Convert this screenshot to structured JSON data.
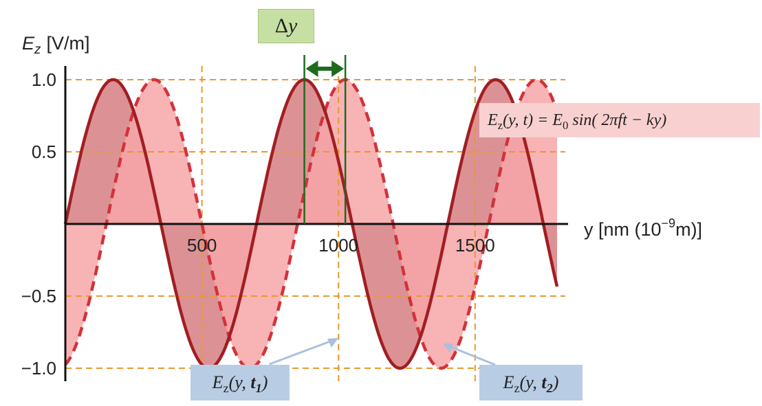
{
  "chart_data": {
    "type": "line",
    "ylabel_symbol": "E",
    "ylabel_sub": "z",
    "ylabel_unit": "[V/m]",
    "xlabel_pre": "y [nm (10",
    "xlabel_exp": "−9",
    "xlabel_post": "m)]",
    "xlim": [
      0,
      1800
    ],
    "ylim": [
      -1.0,
      1.0
    ],
    "xticks": [
      {
        "value": 500,
        "label": "500"
      },
      {
        "value": 1000,
        "label": "1000"
      },
      {
        "value": 1500,
        "label": "1500"
      }
    ],
    "yticks": [
      {
        "value": 1.0,
        "label": "1.0"
      },
      {
        "value": 0.5,
        "label": "0.5"
      },
      {
        "value": -0.5,
        "label": "−0.5"
      },
      {
        "value": -1.0,
        "label": "−1.0"
      }
    ],
    "xgrid": [
      500,
      1000,
      1500
    ],
    "ygrid": [
      1.0,
      0.5,
      -0.5,
      -1.0
    ],
    "grid": true,
    "wavelength_nm": 700,
    "series": [
      {
        "id": "t1",
        "style": "solid",
        "color": "#a11e23",
        "fill": "#c9575c",
        "amplitude": 1.0,
        "peak_y_nm": [
          175,
          875,
          1575
        ],
        "zero_y_nm": [
          0,
          350,
          700,
          1050,
          1400,
          1750
        ]
      },
      {
        "id": "t2",
        "style": "dashed",
        "color": "#d2323a",
        "fill": "#f7a6a8",
        "amplitude": 1.0,
        "peak_y_nm": [
          325,
          1025,
          1725
        ],
        "zero_y_nm": [
          150,
          500,
          850,
          1200,
          1550
        ]
      }
    ],
    "delta_y": {
      "from_nm": 875,
      "to_nm": 1025,
      "color": "#1e6b1e"
    },
    "annotations": {
      "delta": {
        "symbol": "Δ",
        "var": "y"
      },
      "equation": {
        "lhs": "E",
        "lhs_sub": "z",
        "args": "(y, t) = ",
        "rhs": "E",
        "rhs_sub": "0",
        "rest": " sin( 2πft − ky)"
      },
      "label_t1": {
        "sym": "E",
        "sub": "z",
        "pre": "(y, ",
        "bold": "t",
        "bold_sub": "1",
        "post": ")"
      },
      "label_t2": {
        "sym": "E",
        "sub": "z",
        "pre": "(y, ",
        "bold": "t",
        "bold_sub": "2",
        "post": ")"
      }
    }
  }
}
